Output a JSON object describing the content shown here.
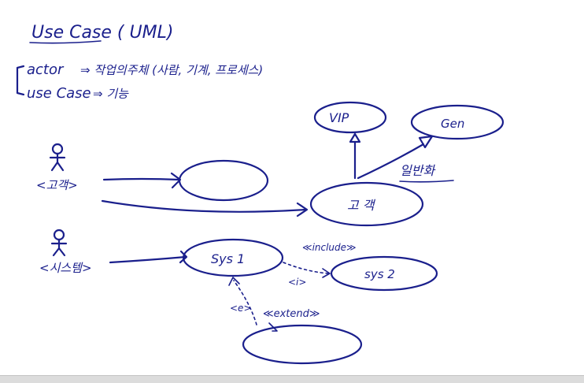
{
  "title": "Use Case ( UML)",
  "definitions": {
    "actor_term": "actor",
    "actor_desc": "⇒ 작업의주체 (사람, 기계, 프로세스)",
    "usecase_term": "use Case",
    "usecase_desc": "⇒ 기능"
  },
  "actors": {
    "customer_label": "<고객>",
    "system_label": "<시스템>"
  },
  "usecases": {
    "vip": "VIP",
    "gen": "Gen",
    "customer_case": "고 객",
    "sys1": "Sys 1",
    "sys2": "sys 2"
  },
  "relations": {
    "generalization_label": "일반화",
    "include_label": "≪include≫",
    "include_short": "<i>",
    "extend_label": "≪extend≫",
    "extend_short": "<e>"
  },
  "colors": {
    "ink": "#1a1f8c",
    "paper": "#ffffff"
  }
}
